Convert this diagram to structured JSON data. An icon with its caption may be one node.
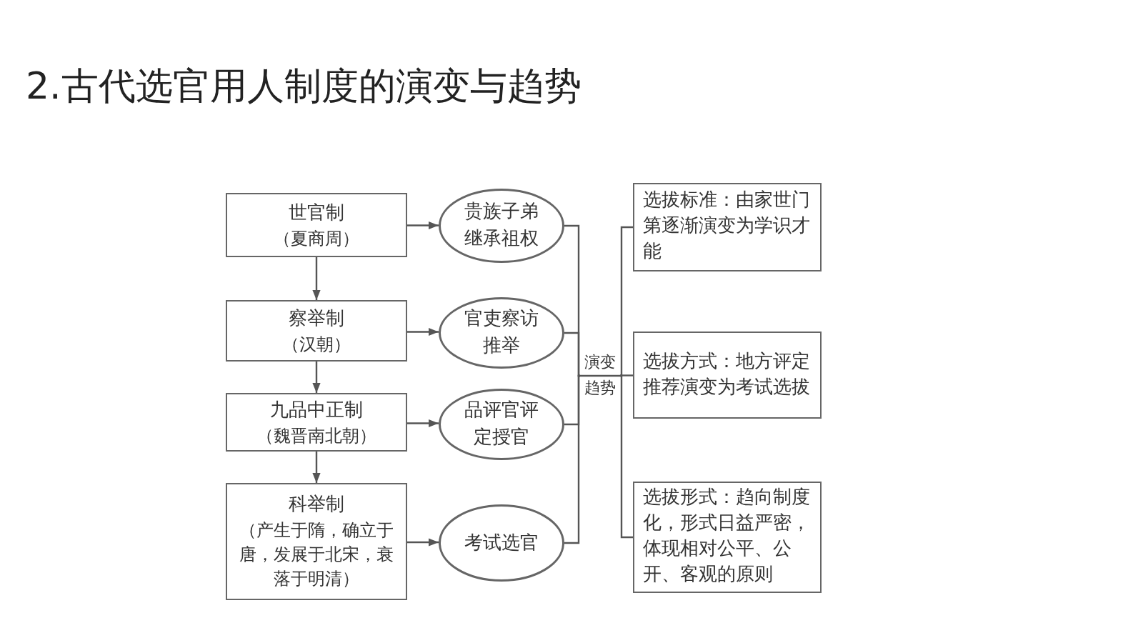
{
  "diagram": {
    "title": "2.古代选官用人制度的演变与趋势",
    "nodes": [
      {
        "text": [
          "世官制",
          "（夏商周）"
        ]
      },
      {
        "text": [
          "察举制",
          "（汉朝）"
        ]
      },
      {
        "text": [
          "九品中正制",
          "（魏晋南北朝）"
        ]
      },
      {
        "text": [
          "科举制",
          "（产生于隋，确立于唐，发展于北宋，衰落于明清）"
        ]
      },
      {
        "text": [
          "贵族子弟继承祖权"
        ]
      },
      {
        "text": [
          "官吏察访推举"
        ]
      },
      {
        "text": [
          "品评官评定授官"
        ]
      },
      {
        "text": [
          "考试选官"
        ]
      },
      {
        "text": [
          "演变趋势"
        ]
      },
      {
        "text": [
          "选拔标准：由家世门第逐渐演变为学识才能"
        ]
      },
      {
        "text": [
          "选拔方式：地方评定推荐演变为考试选拔"
        ]
      },
      {
        "text": [
          "选拔形式：趋向制度化，形式日益严密，体现相对公平、公开、客观的原则"
        ]
      }
    ],
    "edges": [
      {
        "from": 0,
        "to": 1,
        "arrow": "to"
      },
      {
        "from": 1,
        "to": 2,
        "arrow": "to"
      },
      {
        "from": 2,
        "to": 3,
        "arrow": "to"
      },
      {
        "from": 0,
        "to": 4,
        "arrow": "to"
      },
      {
        "from": 1,
        "to": 5,
        "arrow": "to"
      },
      {
        "from": 2,
        "to": 6,
        "arrow": "to"
      },
      {
        "from": 3,
        "to": 7,
        "arrow": "to"
      },
      {
        "from": 4,
        "to": 8,
        "arrow": "none"
      },
      {
        "from": 5,
        "to": 8,
        "arrow": "none"
      },
      {
        "from": 6,
        "to": 8,
        "arrow": "none"
      },
      {
        "from": 7,
        "to": 8,
        "arrow": "none"
      },
      {
        "from": 8,
        "to": 9,
        "arrow": "none"
      },
      {
        "from": 8,
        "to": 10,
        "arrow": "none"
      },
      {
        "from": 8,
        "to": 11,
        "arrow": "none"
      }
    ]
  }
}
